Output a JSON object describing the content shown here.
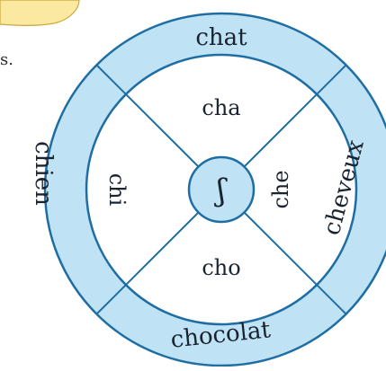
{
  "fragment": {
    "text": "s."
  },
  "wheel": {
    "center": "ʃ",
    "syllables": {
      "top": "cha",
      "right": "che",
      "bottom": "cho",
      "left": "chi"
    },
    "words": {
      "top": "chat",
      "right": "cheveux",
      "bottom": "chocolat",
      "left": "chien"
    }
  },
  "colors": {
    "ring_fill": "#bfe2f5",
    "line": "#1f6ea3",
    "inner_fill": "#ffffff",
    "text": "#1a2430",
    "corner_yellow": "#fbe9a1"
  },
  "icons": {
    "corner": "yellow-paper-corner"
  }
}
